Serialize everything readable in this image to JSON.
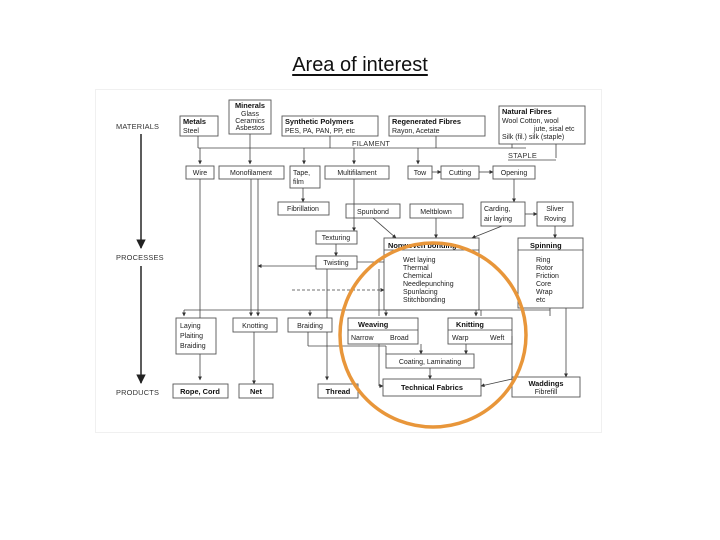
{
  "slide": {
    "title": "Area of interest"
  },
  "diagram": {
    "stage_labels": {
      "materials": "MATERIALS",
      "processes": "PROCESSES",
      "products": "PRODUCTS"
    },
    "minerals": {
      "title": "Minerals",
      "lines": [
        "Glass",
        "Ceramics",
        "Asbestos"
      ]
    },
    "metals": {
      "title": "Metals",
      "lines": [
        "Steel"
      ]
    },
    "synthetic": {
      "title": "Synthetic Polymers",
      "lines": [
        "PES, PA, PAN, PP, etc"
      ]
    },
    "regenerated": {
      "title": "Regenerated Fibres",
      "lines": [
        "Rayon, Acetate"
      ]
    },
    "natural": {
      "title": "Natural Fibres",
      "lines": [
        "Wool   Cotton, wool",
        "jute, sisal etc",
        "Silk (fil.) silk (staple)"
      ]
    },
    "filament_label": "FILAMENT",
    "staple_label": "STAPLE",
    "wire": "Wire",
    "monofilament": "Monofilament",
    "tape": {
      "line1": "Tape,",
      "line2": "film"
    },
    "multifilament": "Multifilament",
    "tow": "Tow",
    "cutting": "Cutting",
    "opening": "Opening",
    "fibrillation": "Fibrillation",
    "spunbond": "Spunbond",
    "meltblown": "Meltblown",
    "carding": {
      "line1": "Carding,",
      "line2": "air laying"
    },
    "sliver": {
      "line1": "Sliver",
      "line2": "Roving"
    },
    "texturing": "Texturing",
    "twisting": "Twisting",
    "nonwoven": {
      "title": "Nonwoven bonding",
      "lines": [
        "Wet laying",
        "Thermal",
        "Chemical",
        "Needlepunching",
        "Spunlacing",
        "Stitchbonding"
      ]
    },
    "spinning": {
      "title": "Spinning",
      "lines": [
        "Ring",
        "Rotor",
        "Friction",
        "Core",
        "Wrap",
        "etc"
      ]
    },
    "laying": {
      "line1": "Laying",
      "line2": "Plaiting",
      "line3": "Braiding"
    },
    "knotting": "Knotting",
    "braiding": "Braiding",
    "weaving": {
      "title": "Weaving",
      "narrow": "Narrow",
      "broad": "Broad"
    },
    "knitting": {
      "title": "Knitting",
      "warp": "Warp",
      "weft": "Weft"
    },
    "coating": "Coating, Laminating",
    "rope": "Rope, Cord",
    "net": "Net",
    "thread": "Thread",
    "technical": "Technical Fabrics",
    "waddings": {
      "title": "Waddings",
      "sub": "Fibrefill"
    },
    "highlight_color": "#e8963a"
  }
}
